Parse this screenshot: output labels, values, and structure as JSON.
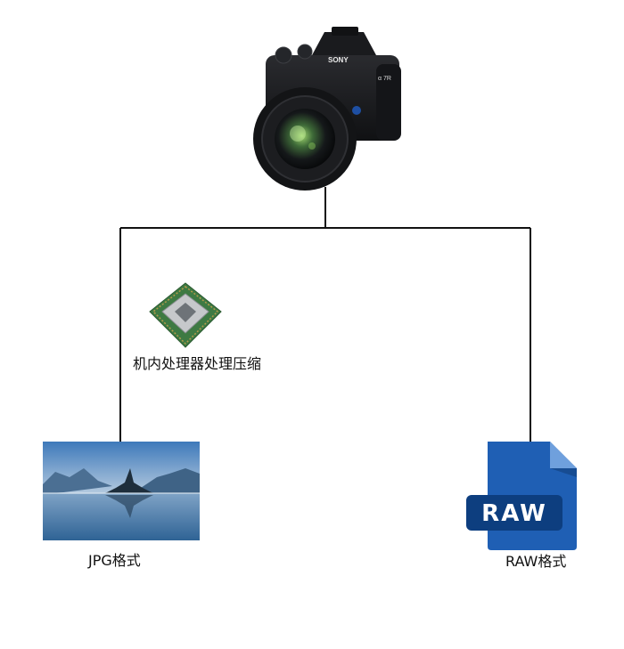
{
  "processor_label": "机内处理器处理压缩",
  "jpg_label": "JPG格式",
  "raw_label": "RAW格式",
  "raw_badge_text": "RAW",
  "camera_brand": "SONY",
  "camera_model": "α 7R",
  "icons": {
    "camera": "camera-icon",
    "processor": "cpu-chip-icon",
    "jpg_image": "landscape-photo-icon",
    "raw_file": "raw-file-icon"
  },
  "colors": {
    "line": "#111111",
    "raw_blue": "#1F5FB4",
    "raw_dark_blue": "#0D3E7F",
    "photo_sky_top": "#3E79BA",
    "photo_sky_bottom": "#B7CCE0",
    "photo_water": "#2F6395"
  }
}
